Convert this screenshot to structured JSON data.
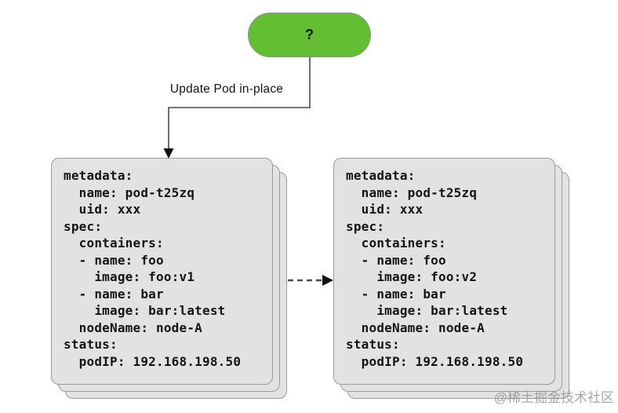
{
  "flowchart": {
    "question_node": {
      "label": "?"
    },
    "arrow_label": "Update Pod in-place"
  },
  "pods": {
    "before": {
      "yaml": "metadata:\n  name: pod-t25zq\n  uid: xxx\nspec:\n  containers:\n  - name: foo\n    image: foo:v1\n  - name: bar\n    image: bar:latest\n  nodeName: node-A\nstatus:\n  podIP: 192.168.198.50"
    },
    "after": {
      "yaml": "metadata:\n  name: pod-t25zq\n  uid: xxx\nspec:\n  containers:\n  - name: foo\n    image: foo:v2\n  - name: bar\n    image: bar:latest\n  nodeName: node-A\nstatus:\n  podIP: 192.168.198.50"
    }
  },
  "watermark": {
    "text": "@稀土掘金技术社区"
  },
  "colors": {
    "node_green": "#64be32",
    "card_bg": "#e2e2e2",
    "card_border": "#9b9b9b",
    "line": "#4a4a4a",
    "arrowhead": "#111111"
  }
}
